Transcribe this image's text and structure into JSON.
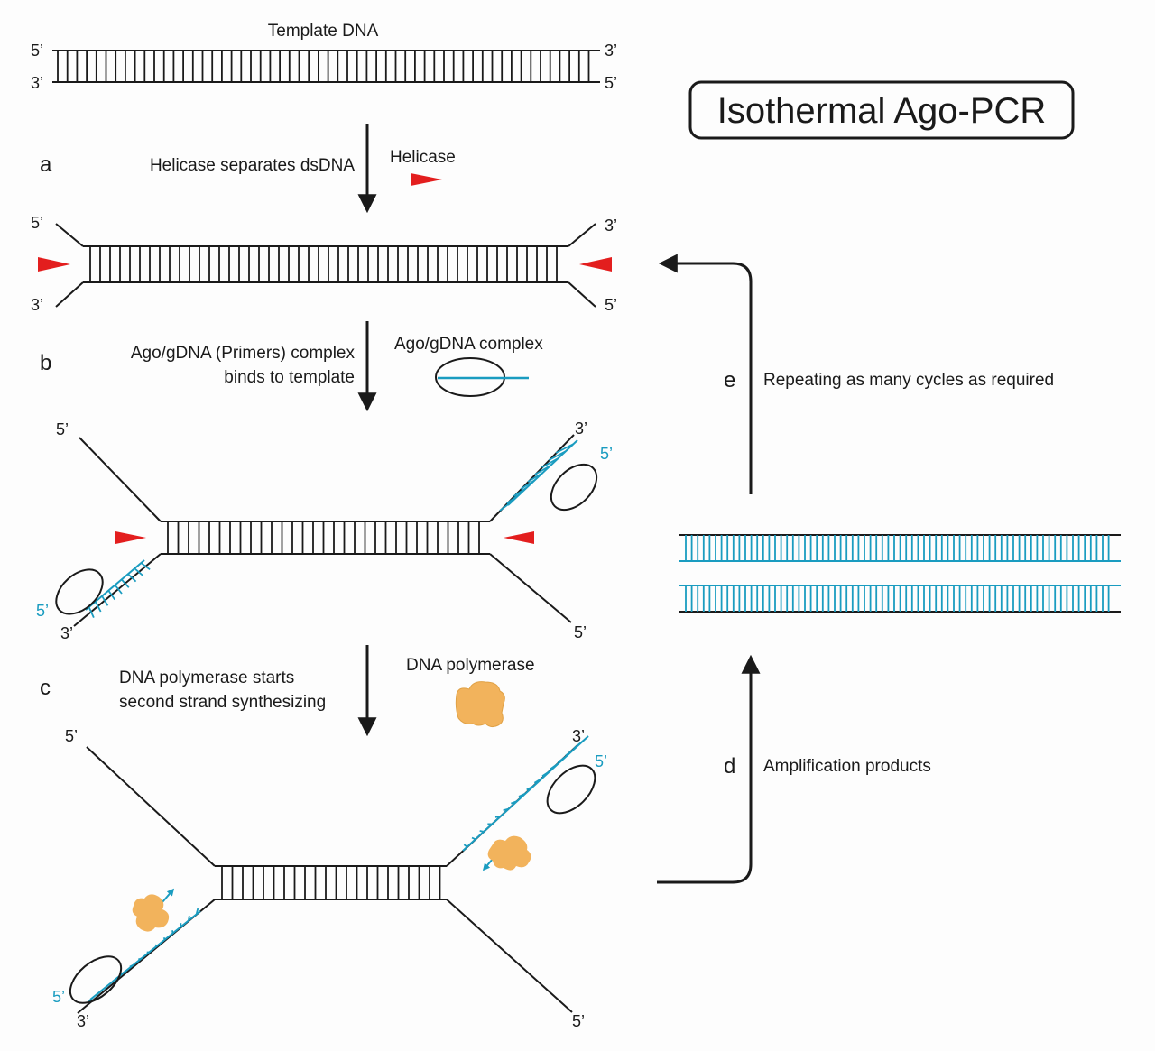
{
  "title": "Isothermal Ago-PCR",
  "template": {
    "label": "Template DNA",
    "left_top": "5’",
    "left_bottom": "3’",
    "right_top": "3’",
    "right_bottom": "5’"
  },
  "step_a": {
    "letter": "a",
    "text": "Helicase separates dsDNA",
    "legend": "Helicase"
  },
  "row_a": {
    "left_top": "5’",
    "left_bottom": "3’",
    "right_top": "3’",
    "right_bottom": "5’"
  },
  "step_b": {
    "letter": "b",
    "line1": "Ago/gDNA (Primers) complex",
    "line2": "binds to template",
    "legend": "Ago/gDNA complex"
  },
  "row_b": {
    "left_top": "5’",
    "left_primer": "5’",
    "left_bottom": "3’",
    "right_top": "3’",
    "right_primer": "5’",
    "right_bottom": "5’"
  },
  "step_c": {
    "letter": "c",
    "line1": "DNA polymerase starts",
    "line2": "second strand synthesizing",
    "legend": "DNA polymerase"
  },
  "row_c": {
    "left_top": "5’",
    "left_primer": "5’",
    "left_bottom": "3’",
    "right_top": "3’",
    "right_primer": "5’",
    "right_bottom": "5’"
  },
  "step_d": {
    "letter": "d",
    "text": "Amplification products"
  },
  "step_e": {
    "letter": "e",
    "text": "Repeating as many cycles as required"
  },
  "colors": {
    "strand": "#1a1a1a",
    "primer": "#1a9cc0",
    "helicase": "#e31e1e",
    "polymerase": "#f2b35c"
  }
}
